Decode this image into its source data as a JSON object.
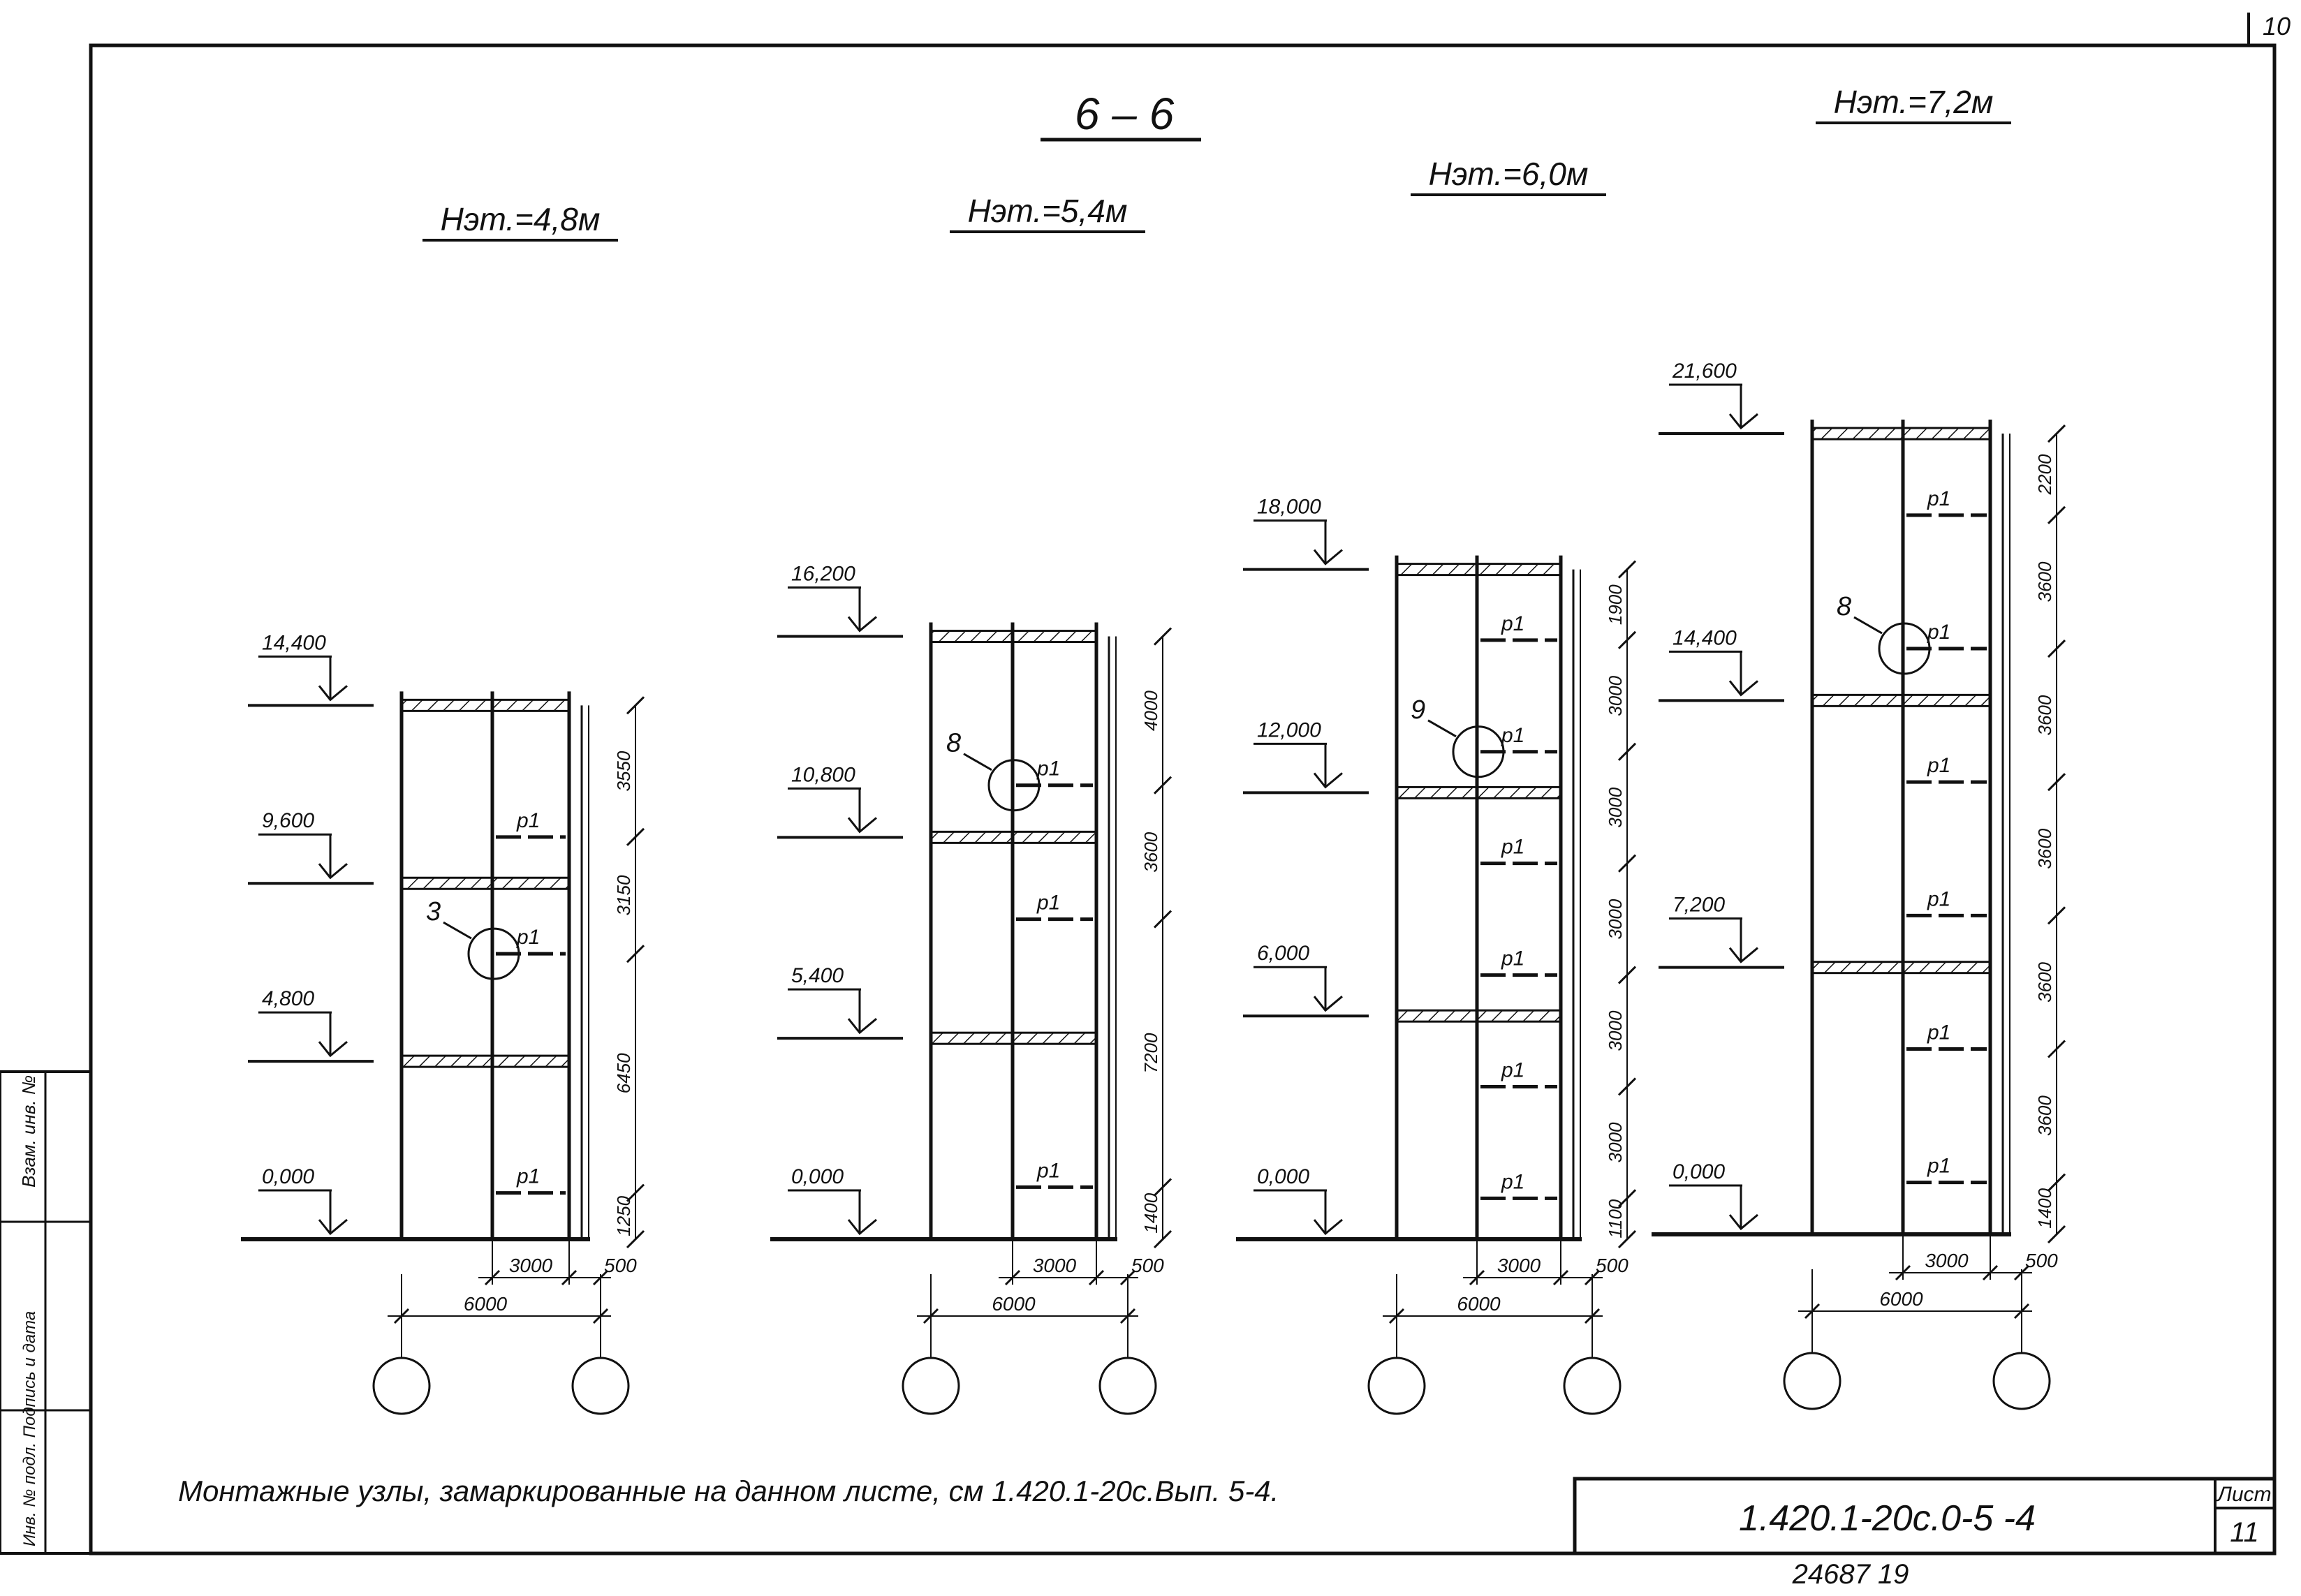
{
  "sheet": {
    "corner_number": "10",
    "section_title": "6 – 6",
    "footnote": "Монтажные узлы, замаркированные на данном листе, см 1.420.1-20с.Вып. 5-4.",
    "doc_code": "1.420.1-20с.0-5 -4",
    "sheet_label": "Лист",
    "sheet_number": "11",
    "archive_number": "24687 19",
    "side_strip_lower": "Инв. № подл.   Подпись и дата",
    "side_strip_upper": "Взам. инв. №"
  },
  "frames": [
    {
      "title": "Нэт.=4,8м",
      "levels": [
        {
          "label": "14,400",
          "elev": 14.4
        },
        {
          "label": "9,600",
          "elev": 9.6
        },
        {
          "label": "4,800",
          "elev": 4.8
        },
        {
          "label": "0,000",
          "elev": 0
        }
      ],
      "slabs": [
        14.4,
        9.6,
        4.8
      ],
      "dims": {
        "marks": [
          0,
          1.25,
          7.7,
          10.85,
          14.4
        ],
        "labels": [
          "1250",
          "6450",
          "3150",
          "3550"
        ]
      },
      "p1_elevs": [
        1.25,
        7.7,
        10.85
      ],
      "node": {
        "label": "3",
        "elev": 7.7
      },
      "span_labels": [
        "3000",
        "500",
        "6000"
      ]
    },
    {
      "title": "Нэт.=5,4м",
      "levels": [
        {
          "label": "16,200",
          "elev": 16.2
        },
        {
          "label": "10,800",
          "elev": 10.8
        },
        {
          "label": "5,400",
          "elev": 5.4
        },
        {
          "label": "0,000",
          "elev": 0
        }
      ],
      "slabs": [
        16.2,
        10.8,
        5.4
      ],
      "dims": {
        "marks": [
          0,
          1.4,
          8.6,
          12.2,
          16.2
        ],
        "labels": [
          "1400",
          "7200",
          "3600",
          "4000"
        ]
      },
      "p1_elevs": [
        1.4,
        8.6,
        12.2
      ],
      "node": {
        "label": "8",
        "elev": 12.2
      },
      "span_labels": [
        "3000",
        "500",
        "6000"
      ]
    },
    {
      "title": "Нэт.=6,0м",
      "levels": [
        {
          "label": "18,000",
          "elev": 18.0
        },
        {
          "label": "12,000",
          "elev": 12.0
        },
        {
          "label": "6,000",
          "elev": 6.0
        },
        {
          "label": "0,000",
          "elev": 0
        }
      ],
      "slabs": [
        18.0,
        12.0,
        6.0
      ],
      "dims": {
        "marks": [
          0,
          1.1,
          4.1,
          7.1,
          10.1,
          13.1,
          16.1,
          18.0
        ],
        "labels": [
          "1100",
          "3000",
          "3000",
          "3000",
          "3000",
          "3000",
          "1900"
        ]
      },
      "p1_elevs": [
        1.1,
        4.1,
        7.1,
        10.1,
        13.1,
        16.1
      ],
      "node": {
        "label": "9",
        "elev": 13.1
      },
      "span_labels": [
        "3000",
        "500",
        "6000"
      ]
    },
    {
      "title": "Нэт.=7,2м",
      "levels": [
        {
          "label": "21,600",
          "elev": 21.6
        },
        {
          "label": "14,400",
          "elev": 14.4
        },
        {
          "label": "7,200",
          "elev": 7.2
        },
        {
          "label": "0,000",
          "elev": 0
        }
      ],
      "slabs": [
        21.6,
        14.4,
        7.2
      ],
      "dims": {
        "marks": [
          0,
          1.4,
          5.0,
          8.6,
          12.2,
          15.8,
          19.4,
          21.6
        ],
        "labels": [
          "1400",
          "3600",
          "3600",
          "3600",
          "3600",
          "3600",
          "2200"
        ]
      },
      "p1_elevs": [
        1.4,
        5.0,
        8.6,
        12.2,
        15.8,
        19.4
      ],
      "node": {
        "label": "8",
        "elev": 15.8
      },
      "span_labels": [
        "3000",
        "500",
        "6000"
      ]
    }
  ],
  "node_mark_label": "р1"
}
